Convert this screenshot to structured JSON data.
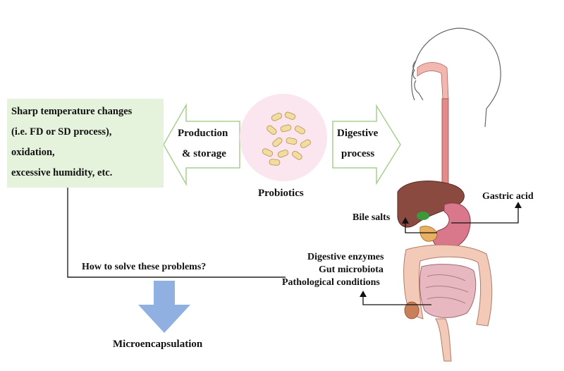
{
  "stress_box": {
    "lines": [
      "Sharp temperature changes",
      "(i.e. FD or SD process),",
      "oxidation,",
      "excessive humidity, etc."
    ]
  },
  "left_arrow": {
    "line1": "Production",
    "line2": "& storage"
  },
  "right_arrow": {
    "line1": "Digestive",
    "line2": "process"
  },
  "center": {
    "label": "Probiotics"
  },
  "question": "How to solve these problems?",
  "solution": "Microencapsulation",
  "body_labels": {
    "gastric_acid": "Gastric acid",
    "bile_salts": "Bile salts",
    "digestive_enzymes": "Digestive enzymes",
    "gut_microbiota": "Gut microbiota",
    "pathological_conditions": "Pathological conditions"
  },
  "colors": {
    "box_fill": "#e6f3dc",
    "arrow_outline": "#a8d08d",
    "down_arrow": "#8fb0e0",
    "probiotic_circle": "#fbe6ef",
    "bacteria": "#f3dca0"
  }
}
